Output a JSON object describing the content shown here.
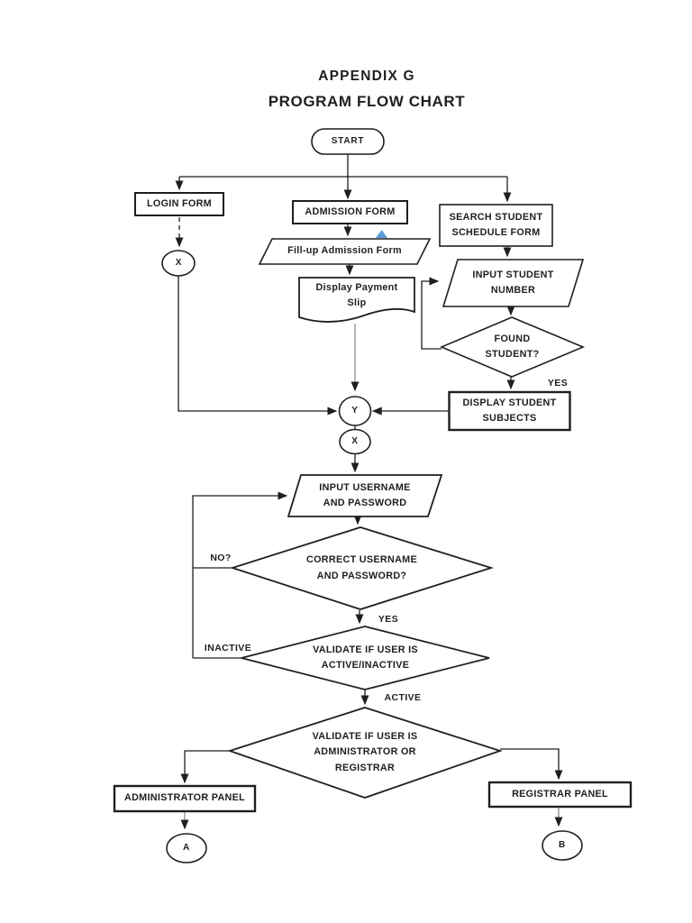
{
  "document": {
    "title_line1": "APPENDIX G",
    "title_line2": "PROGRAM FLOW CHART"
  },
  "nodes": {
    "start": "START",
    "login_form": "LOGIN FORM",
    "admission_form": "ADMISSION FORM",
    "search_student_schedule_form": "SEARCH STUDENT\nSCHEDULE FORM",
    "fill_up_admission_form": "Fill-up Admission Form",
    "display_payment_slip": "Display Payment\nSlip",
    "input_student_number": "INPUT STUDENT\nNUMBER",
    "found_student": "FOUND\nSTUDENT?",
    "display_student_subjects": "DISPLAY STUDENT\nSUBJECTS",
    "input_username_password": "INPUT USERNAME\nAND PASSWORD",
    "correct_username_password": "CORRECT USERNAME\nAND PASSWORD?",
    "validate_active_inactive": "VALIDATE IF USER IS\nACTIVE/INACTIVE",
    "validate_admin_registrar": "VALIDATE IF USER IS\nADMINISTRATOR OR\nREGISTRAR",
    "administrator_panel": "ADMINISTRATOR PANEL",
    "registrar_panel": "REGISTRAR PANEL",
    "connector_x1": "X",
    "connector_y": "Y",
    "connector_x2": "X",
    "connector_a": "A",
    "connector_b": "B"
  },
  "edge_labels": {
    "found_yes": "YES",
    "correct_no": "NO?",
    "correct_yes": "YES",
    "inactive": "INACTIVE",
    "active": "ACTIVE"
  },
  "colors": {
    "line": "#1f1f1f",
    "gray_line": "#8f8f8f",
    "annotation_marker": "#5b9bd5",
    "background": "#ffffff"
  }
}
